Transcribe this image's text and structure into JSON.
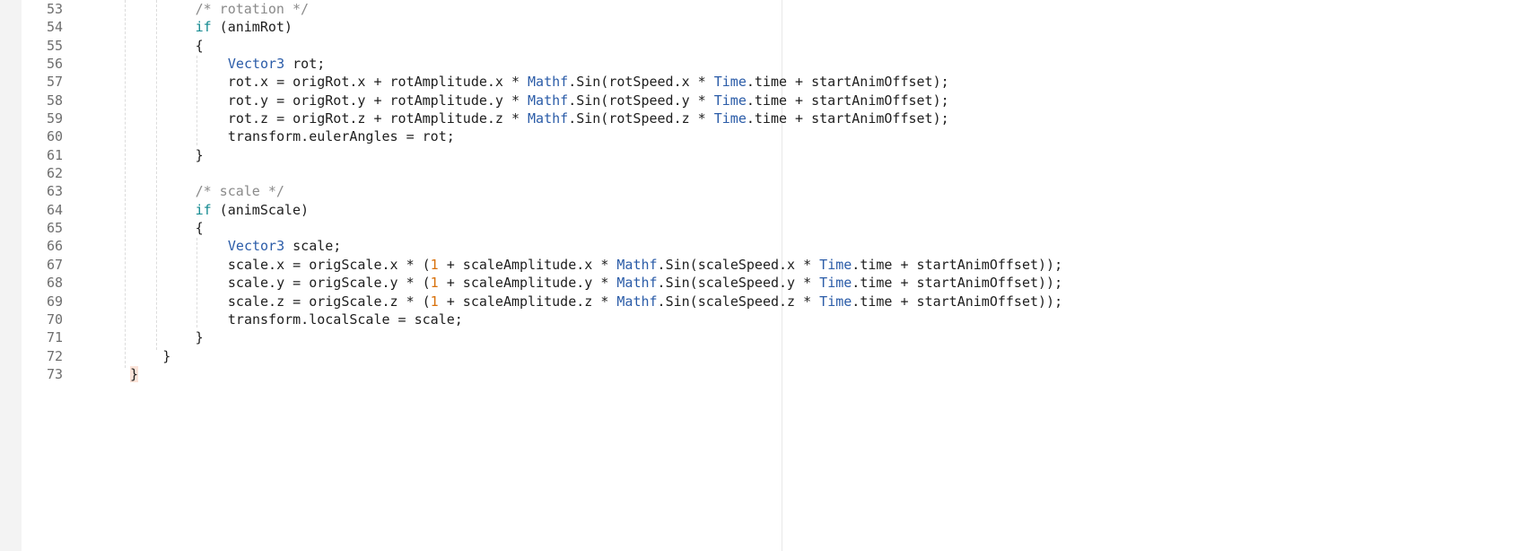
{
  "editor": {
    "colors": {
      "keyword": "#12898f",
      "type": "#2b5ca8",
      "number": "#d8700a",
      "comment": "#8a8a8a",
      "bracket_match": "#fbe3d8"
    },
    "lines": [
      {
        "num": "53",
        "indent": 2,
        "tokens": [
          [
            "/* rotation */",
            "comment"
          ]
        ]
      },
      {
        "num": "54",
        "indent": 2,
        "tokens": [
          [
            "if",
            "keyword"
          ],
          [
            " (animRot)",
            "plain"
          ]
        ]
      },
      {
        "num": "55",
        "indent": 2,
        "tokens": [
          [
            "{",
            "plain"
          ]
        ]
      },
      {
        "num": "56",
        "indent": 3,
        "tokens": [
          [
            "Vector3",
            "type"
          ],
          [
            " rot;",
            "plain"
          ]
        ]
      },
      {
        "num": "57",
        "indent": 3,
        "tokens": [
          [
            "rot.x = origRot.x + rotAmplitude.x * ",
            "plain"
          ],
          [
            "Mathf",
            "type"
          ],
          [
            ".Sin(rotSpeed.x * ",
            "plain"
          ],
          [
            "Time",
            "type"
          ],
          [
            ".time + startAnimOffset);",
            "plain"
          ]
        ]
      },
      {
        "num": "58",
        "indent": 3,
        "tokens": [
          [
            "rot.y = origRot.y + rotAmplitude.y * ",
            "plain"
          ],
          [
            "Mathf",
            "type"
          ],
          [
            ".Sin(rotSpeed.y * ",
            "plain"
          ],
          [
            "Time",
            "type"
          ],
          [
            ".time + startAnimOffset);",
            "plain"
          ]
        ]
      },
      {
        "num": "59",
        "indent": 3,
        "tokens": [
          [
            "rot.z = origRot.z + rotAmplitude.z * ",
            "plain"
          ],
          [
            "Mathf",
            "type"
          ],
          [
            ".Sin(rotSpeed.z * ",
            "plain"
          ],
          [
            "Time",
            "type"
          ],
          [
            ".time + startAnimOffset);",
            "plain"
          ]
        ]
      },
      {
        "num": "60",
        "indent": 3,
        "tokens": [
          [
            "transform.eulerAngles = rot;",
            "plain"
          ]
        ]
      },
      {
        "num": "61",
        "indent": 2,
        "tokens": [
          [
            "}",
            "plain"
          ]
        ]
      },
      {
        "num": "62",
        "indent": 0,
        "tokens": []
      },
      {
        "num": "63",
        "indent": 2,
        "tokens": [
          [
            "/* scale */",
            "comment"
          ]
        ]
      },
      {
        "num": "64",
        "indent": 2,
        "tokens": [
          [
            "if",
            "keyword"
          ],
          [
            " (animScale)",
            "plain"
          ]
        ]
      },
      {
        "num": "65",
        "indent": 2,
        "tokens": [
          [
            "{",
            "plain"
          ]
        ]
      },
      {
        "num": "66",
        "indent": 3,
        "tokens": [
          [
            "Vector3",
            "type"
          ],
          [
            " scale;",
            "plain"
          ]
        ]
      },
      {
        "num": "67",
        "indent": 3,
        "tokens": [
          [
            "scale.x = origScale.x * (",
            "plain"
          ],
          [
            "1",
            "number"
          ],
          [
            " + scaleAmplitude.x * ",
            "plain"
          ],
          [
            "Mathf",
            "type"
          ],
          [
            ".Sin(scaleSpeed.x * ",
            "plain"
          ],
          [
            "Time",
            "type"
          ],
          [
            ".time + startAnimOffset));",
            "plain"
          ]
        ]
      },
      {
        "num": "68",
        "indent": 3,
        "tokens": [
          [
            "scale.y = origScale.y * (",
            "plain"
          ],
          [
            "1",
            "number"
          ],
          [
            " + scaleAmplitude.y * ",
            "plain"
          ],
          [
            "Mathf",
            "type"
          ],
          [
            ".Sin(scaleSpeed.y * ",
            "plain"
          ],
          [
            "Time",
            "type"
          ],
          [
            ".time + startAnimOffset));",
            "plain"
          ]
        ]
      },
      {
        "num": "69",
        "indent": 3,
        "tokens": [
          [
            "scale.z = origScale.z * (",
            "plain"
          ],
          [
            "1",
            "number"
          ],
          [
            " + scaleAmplitude.z * ",
            "plain"
          ],
          [
            "Mathf",
            "type"
          ],
          [
            ".Sin(scaleSpeed.z * ",
            "plain"
          ],
          [
            "Time",
            "type"
          ],
          [
            ".time + startAnimOffset));",
            "plain"
          ]
        ]
      },
      {
        "num": "70",
        "indent": 3,
        "tokens": [
          [
            "transform.localScale = scale;",
            "plain"
          ]
        ]
      },
      {
        "num": "71",
        "indent": 2,
        "tokens": [
          [
            "}",
            "plain"
          ]
        ]
      },
      {
        "num": "72",
        "indent": 1,
        "tokens": [
          [
            "}",
            "plain"
          ]
        ]
      },
      {
        "num": "73",
        "indent": 0,
        "tokens": [
          [
            "}",
            "match"
          ]
        ]
      }
    ]
  }
}
